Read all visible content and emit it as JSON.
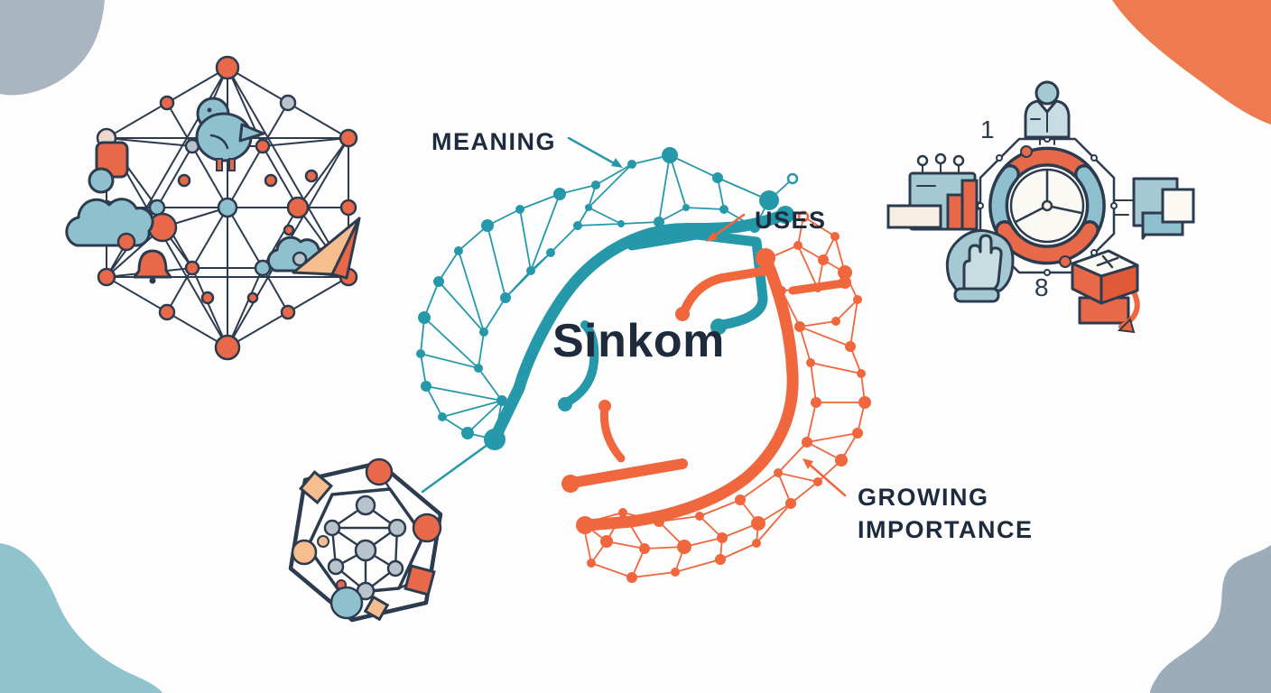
{
  "page": {
    "background": "#fdfdfd"
  },
  "title": "Sinkom",
  "callouts": {
    "meaning": "MEANING",
    "uses": "USES",
    "growing_line1": "GROWING",
    "growing_line2": "IMPORTANCE"
  },
  "octagon_diagram": {
    "number_top": "1",
    "number_bottom": "8",
    "icons": [
      "person",
      "analytics-machine",
      "chat-documents",
      "hand-gesture",
      "package-box"
    ]
  },
  "illustrations": {
    "left_network_icons": [
      "bird",
      "cloud",
      "small-cloud",
      "paper-plane",
      "bell",
      "badge"
    ],
    "center_networks": [
      "teal-network-crescent",
      "orange-network-crescent"
    ],
    "bottom_network": "hexagon-network"
  },
  "colors": {
    "teal": "#2599a9",
    "orange": "#f0663d",
    "navy": "#1d2b3d",
    "line_navy": "#2c3b4e",
    "node_orange": "#e8694a",
    "node_blue": "#8fc0ce",
    "gray_node": "#b9c3cb",
    "pale": "#eed8cc",
    "peach": "#f6bd8e",
    "icon_light": "#c8dde1",
    "icon_mid": "#a5c9d2",
    "cream": "#f8efe4",
    "blob_tl": "#a9b6c2",
    "blob_tr": "#ee7b50",
    "blob_bl": "#8fc4cf",
    "blob_br": "#9dacb9"
  }
}
